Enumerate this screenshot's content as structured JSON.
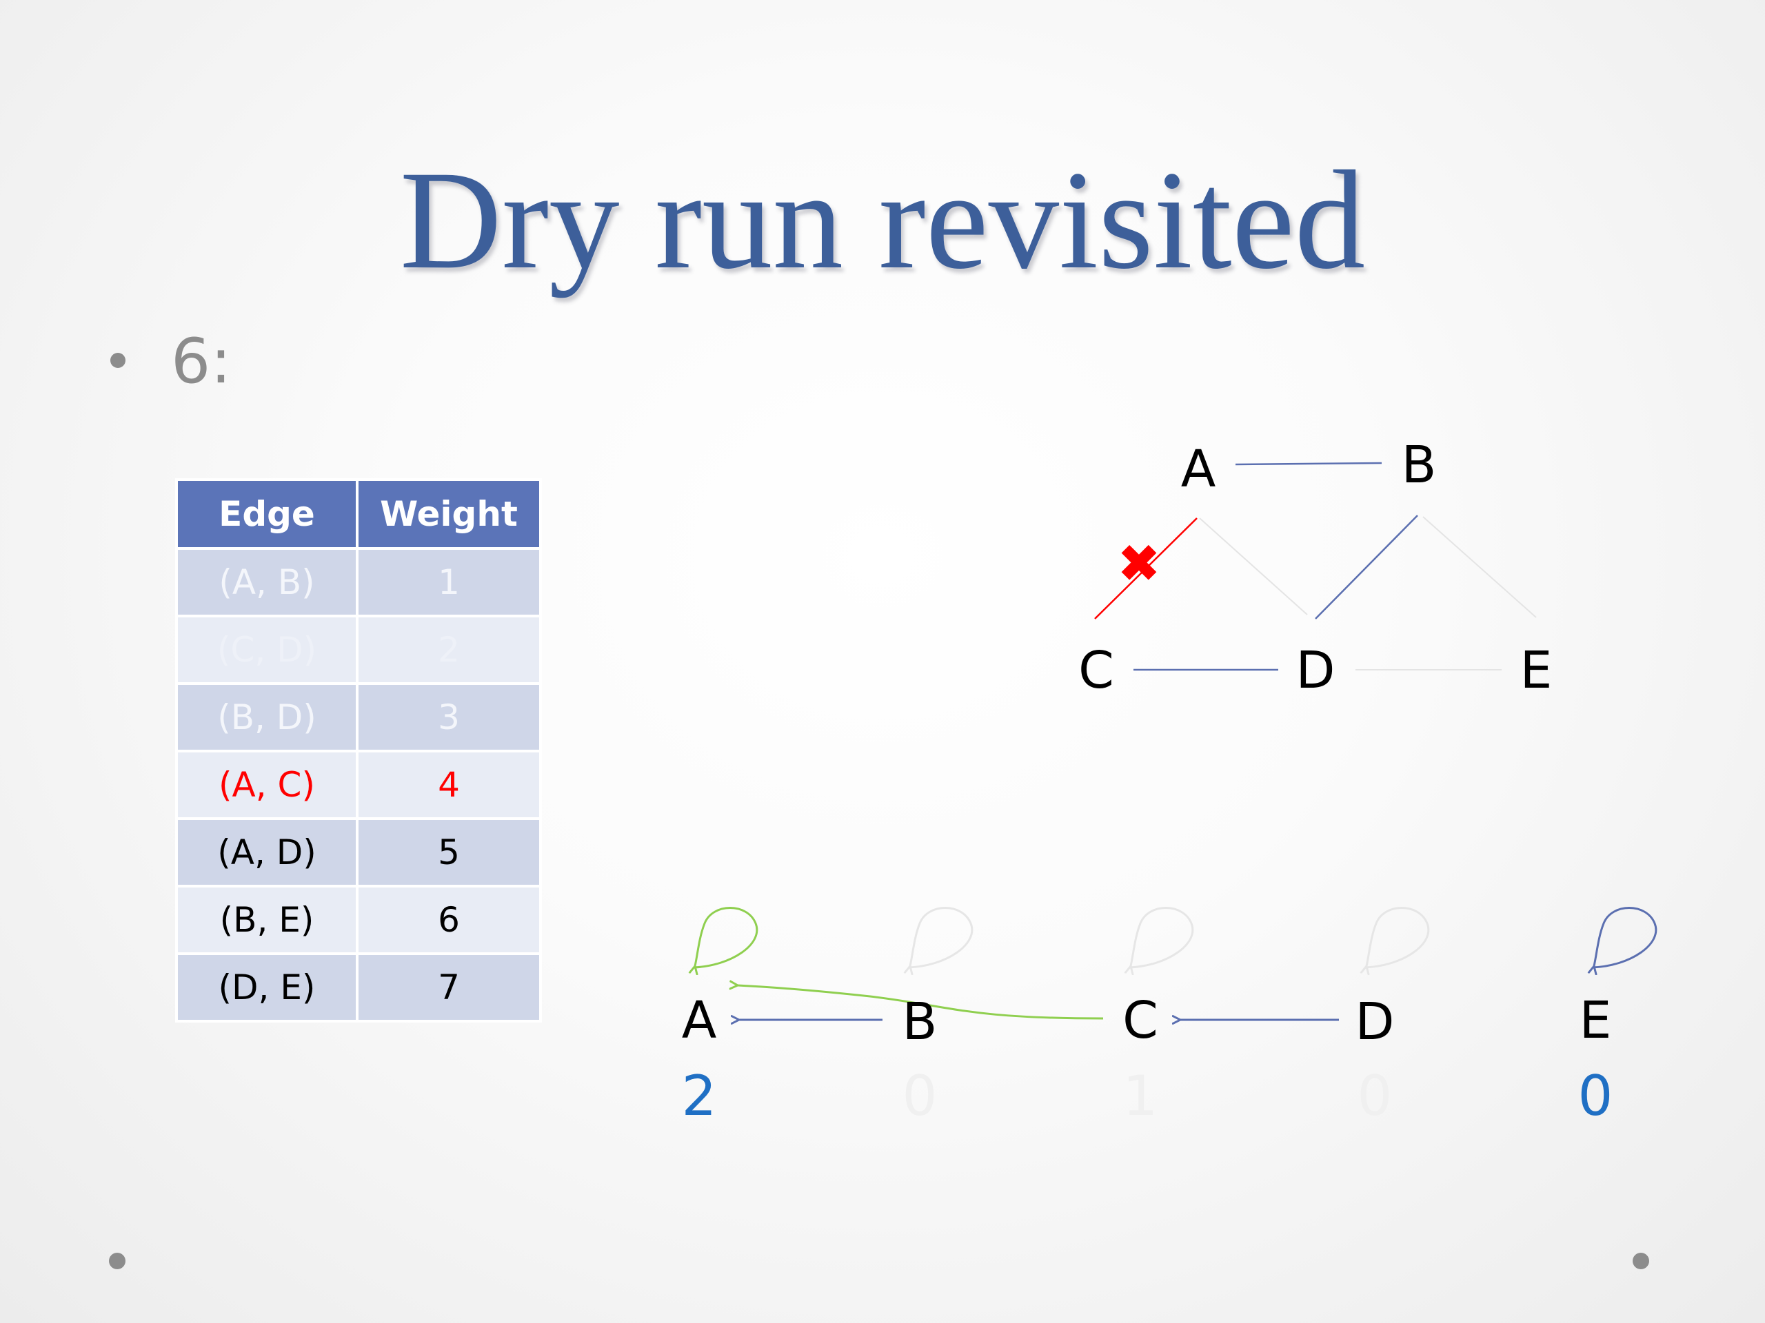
{
  "slide": {
    "title": "Dry run revisited",
    "bullet": "6:"
  },
  "table": {
    "headers": [
      "Edge",
      "Weight"
    ],
    "rows": [
      {
        "edge": "(A, B)",
        "weight": "1"
      },
      {
        "edge": "(C, D)",
        "weight": "2"
      },
      {
        "edge": "(B, D)",
        "weight": "3"
      },
      {
        "edge": "(A, C)",
        "weight": "4"
      },
      {
        "edge": "(A, D)",
        "weight": "5"
      },
      {
        "edge": "(B, E)",
        "weight": "6"
      },
      {
        "edge": "(D, E)",
        "weight": "7"
      }
    ]
  },
  "graph": {
    "nodes": [
      "A",
      "B",
      "C",
      "D",
      "E"
    ],
    "rejected_marker": "✖"
  },
  "forest": {
    "nodes": [
      "A",
      "B",
      "C",
      "D",
      "E"
    ],
    "ranks": [
      "2",
      "0",
      "1",
      "0",
      "0"
    ]
  },
  "colors": {
    "title": "#3d5f9a",
    "header": "#5b74b8",
    "edge": "#5b6fb0",
    "rejected": "#ff0000",
    "union": "#8fcf4f",
    "rank": "#1f6fc4"
  }
}
